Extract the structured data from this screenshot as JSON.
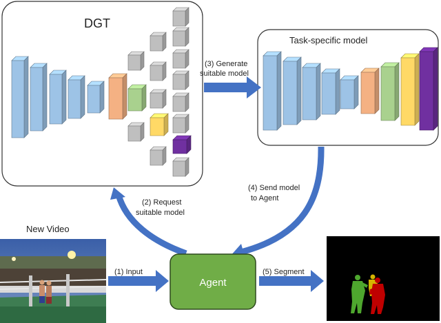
{
  "dgt": {
    "title": "DGT"
  },
  "task_model": {
    "title": "Task-specific model"
  },
  "agent": {
    "label": "Agent"
  },
  "video": {
    "caption": "New Video"
  },
  "steps": {
    "generate_line1": "(3) Generate",
    "generate_line2": "suitable model",
    "send_line1": "(4) Send model",
    "send_line2": "to Agent",
    "request_line1": "(2) Request",
    "request_line2": "suitable model",
    "input": "(1) Input",
    "segment": "(5) Segment"
  },
  "colors": {
    "block_blue": "#9dc3e6",
    "block_orange": "#f4b183",
    "block_green": "#a9d18e",
    "block_yellow": "#ffd966",
    "block_purple": "#7030a0",
    "block_gray": "#bfbfbf",
    "arrow_blue": "#4472c4",
    "agent_green": "#70ad47",
    "segment_red": "#c00000",
    "segment_green": "#4ea72e",
    "segment_yellow": "#d6b400"
  }
}
